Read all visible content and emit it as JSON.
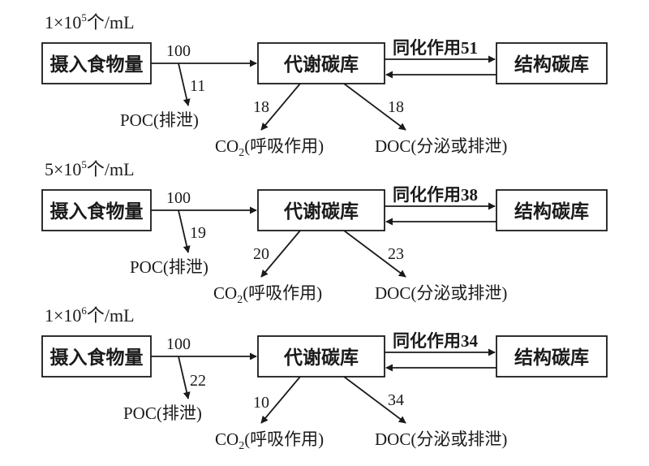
{
  "scenarios": [
    {
      "concentration": {
        "coef": "1",
        "times": "×",
        "base": "10",
        "exp": "5",
        "unit": "个/mL"
      },
      "boxes": {
        "intake": "摄入食物量",
        "metabolic": "代谢碳库",
        "structural": "结构碳库"
      },
      "flows": {
        "intake": "100",
        "poc": "11",
        "co2": "18",
        "doc": "18",
        "assimilation": "51"
      },
      "labels": {
        "assimilation": "同化作用",
        "poc": "POC(排泄)",
        "co2_pre": "CO",
        "co2_sub": "2",
        "co2_post": "(呼吸作用)",
        "doc": "DOC(分泌或排泄)"
      }
    },
    {
      "concentration": {
        "coef": "5",
        "times": "×",
        "base": "10",
        "exp": "5",
        "unit": "个/mL"
      },
      "boxes": {
        "intake": "摄入食物量",
        "metabolic": "代谢碳库",
        "structural": "结构碳库"
      },
      "flows": {
        "intake": "100",
        "poc": "19",
        "co2": "20",
        "doc": "23",
        "assimilation": "38"
      },
      "labels": {
        "assimilation": "同化作用",
        "poc": "POC(排泄)",
        "co2_pre": "CO",
        "co2_sub": "2",
        "co2_post": "(呼吸作用)",
        "doc": "DOC(分泌或排泄)"
      }
    },
    {
      "concentration": {
        "coef": "1",
        "times": "×",
        "base": "10",
        "exp": "6",
        "unit": "个/mL"
      },
      "boxes": {
        "intake": "摄入食物量",
        "metabolic": "代谢碳库",
        "structural": "结构碳库"
      },
      "flows": {
        "intake": "100",
        "poc": "22",
        "co2": "10",
        "doc": "34",
        "assimilation": "34"
      },
      "labels": {
        "assimilation": "同化作用",
        "poc": "POC(排泄)",
        "co2_pre": "CO",
        "co2_sub": "2",
        "co2_post": "(呼吸作用)",
        "doc": "DOC(分泌或排泄)"
      }
    }
  ]
}
